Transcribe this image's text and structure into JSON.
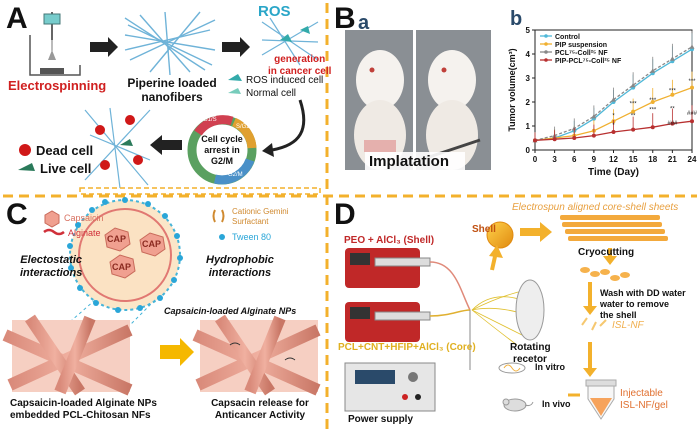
{
  "panelA": {
    "letter": "A",
    "electrospinning": "Electrospinning",
    "fibers_label_1": "Piperine loaded",
    "fibers_label_2": "nanofibers",
    "ros_title": "ROS",
    "ros_gen_1": "generation",
    "ros_gen_2": "in cancer cell",
    "ros_cell": "ROS induced cell",
    "normal_cell": "Normal cell",
    "dead_cell": "Dead cell",
    "live_cell": "Live cell",
    "cycle_1": "Cell cycle",
    "cycle_2": "arrest in",
    "cycle_3": "G2/M",
    "phases": [
      "G1/S",
      "S/G2",
      "G2/M"
    ]
  },
  "panelB": {
    "letter": "B",
    "sub_a": "a",
    "sub_b": "b",
    "implantation": "Implatation"
  },
  "chart_data": {
    "type": "line",
    "xlabel": "Time (Day)",
    "ylabel": "Tumor volume(cm³)",
    "x": [
      0,
      3,
      6,
      9,
      12,
      15,
      18,
      21,
      24
    ],
    "xlim": [
      0,
      24
    ],
    "ylim": [
      0,
      5
    ],
    "xticks": [
      "0",
      "3",
      "6",
      "9",
      "12",
      "15",
      "18",
      "21",
      "24"
    ],
    "yticks": [
      "0",
      "1",
      "2",
      "3",
      "4",
      "5"
    ],
    "legend_position": "top-left",
    "series": [
      {
        "name": "Control",
        "color": "#4fb8d8",
        "marker": "circle",
        "values": [
          0.4,
          0.5,
          0.8,
          1.3,
          2.0,
          2.6,
          3.2,
          3.7,
          4.2
        ]
      },
      {
        "name": "PIP suspension",
        "color": "#f0b030",
        "marker": "circle",
        "values": [
          0.4,
          0.5,
          0.6,
          0.8,
          1.2,
          1.6,
          2.0,
          2.3,
          2.6
        ]
      },
      {
        "name": "PCL⁷⁵-Coll²⁵ NF",
        "color": "#888888",
        "marker": "triangle",
        "values": [
          0.4,
          0.6,
          0.9,
          1.4,
          2.1,
          2.7,
          3.3,
          3.8,
          4.3
        ]
      },
      {
        "name": "PIP-PCL⁷⁵-Coll²⁵ NF",
        "color": "#b83030",
        "marker": "circle",
        "values": [
          0.4,
          0.45,
          0.5,
          0.6,
          0.75,
          0.85,
          0.95,
          1.1,
          1.2
        ]
      }
    ],
    "annotations": [
      "*",
      "**",
      "***",
      "***",
      "***",
      "**",
      "***",
      "*",
      "###",
      "***",
      "###"
    ]
  },
  "panelC": {
    "letter": "C",
    "capsaicin": "Capsaicin",
    "alginate": "Alginate",
    "gemini_1": "Cationic Gemini",
    "gemini_2": "Surfactant",
    "tween": "Tween 80",
    "cap": "CAP",
    "electrostatic_1": "Electostatic",
    "electrostatic_2": "interactions",
    "hydrophobic_1": "Hydrophobic",
    "hydrophobic_2": "interactions",
    "np_label": "Capsaicin-loaded Alginate NPs",
    "left_caption_1": "Capsaicin-loaded Alginate NPs",
    "left_caption_2": "embedded PCL-Chitosan NFs",
    "right_caption_1": "Capsacin release for",
    "right_caption_2": "Anticancer Activity"
  },
  "panelD": {
    "letter": "D",
    "title": "Electrospun aligned core-shell sheets",
    "shell_solution": "PEO + AlCl₃ (Shell)",
    "shell": "Shell",
    "core_solution": "PCL+CNT+HFIP+AlCl₃ (Core)",
    "rotating_1": "Rotating",
    "rotating_2": "recetor",
    "cryocutting": "Cryocutting",
    "wash_1": "Wash with DD water",
    "wash_2": "water to remove",
    "wash_3": "the shell",
    "isl_nf": "ISL-NF",
    "in_vitro": "In vitro",
    "in_vivo": "In vivo",
    "injectable_1": "Injectable",
    "injectable_2": "ISL-NF/gel",
    "power": "Power supply"
  }
}
